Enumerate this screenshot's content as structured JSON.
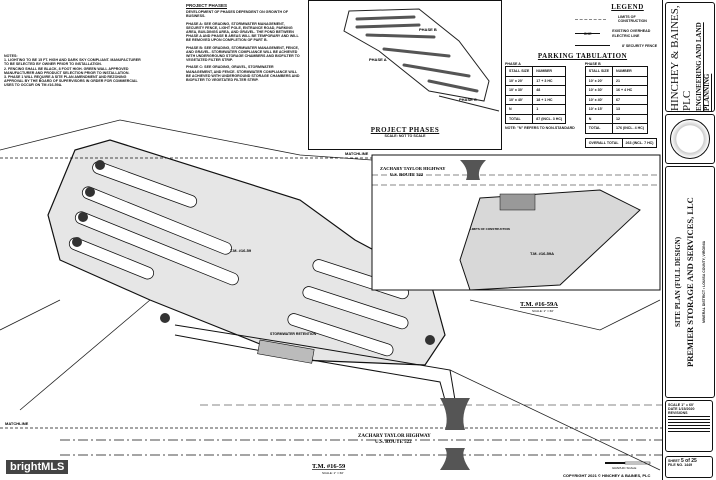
{
  "general_notes": {
    "lines": [
      "NOTES:",
      "1. LIGHTING TO BE 15 FT. HIGH AND DARK SKY COMPLIANT. MANUFACTURER TO BE SELECTED BY OWNER PRIOR TO INSTALLATION.",
      "2. FENCING SHALL BE BLACK, 8 FOOT HIGH. GREEN WALL APPROVED MANUFACTURER AND PRODUCT SELECTION PRIOR TO INSTALLATION.",
      "3. PHASE 1 WILL REQUIRE A SITE PLAN AMENDMENT AND REZONING APPROVAL BY THE BOARD OF SUPERVISORS IN ORDER FOR COMMERCIAL USES TO OCCUR ON TM #16-59A."
    ]
  },
  "project_phases_notes": {
    "title": "PROJECT PHASES",
    "intro": "DEVELOPMENT OF PHASES DEPENDENT ON GROWTH OF BUSINESS.",
    "phase_a": "PHASE A: SEE GRADING, STORMWATER MANAGEMENT, SECURITY FENCE, LIGHT POLE, ENTRANCE ROAD, PARKING AREA, BUILDINGS AREA, AND GRAVEL. THE POND BETWEEN PHASE A AND PHASE B AREAS WILL BE TEMPORARY AND WILL BE REMOVED UPON COMPLETION OF PART B.",
    "phase_b": "PHASE B: SEE GRADING, STORMWATER MANAGEMENT, FENCE, AND GRAVEL. STORMWATER COMPLIANCE WILL BE ACHIEVED WITH UNDERGROUND STORAGE CHAMBERS AND BIOFILTER TO VEGETATED FILTER STRIP.",
    "phase_c": "PHASE C: SEE GRADING, GRAVEL, STORMWATER MANAGEMENT, AND FENCE. STORMWATER COMPLIANCE WILL BE ACHIEVED WITH UNDERGROUND STORAGE CHAMBERS AND BIOFILTER TO VEGETATED FILTER STRIP."
  },
  "phases_inset": {
    "title": "PROJECT PHASES",
    "scale": "SCALE: NOT TO SCALE",
    "labels": [
      "PHASE A",
      "PHASE B",
      "PHASE C"
    ]
  },
  "legend": {
    "title": "LEGEND",
    "items": [
      {
        "symbol": "",
        "label": "LIMITS OF CONSTRUCTION"
      },
      {
        "symbol": "OHE",
        "label": "EXISTING OVERHEAD ELECTRIC LINE"
      },
      {
        "symbol": "",
        "label": "8' SECURITY FENCE"
      }
    ]
  },
  "parking": {
    "title": "PARKING TABULATION",
    "phase_a": {
      "title": "PHASE A",
      "headers": [
        "STALL SIZE",
        "NUMBER"
      ],
      "rows": [
        [
          "10' x 20'",
          "17 + 3 HC"
        ],
        [
          "10' x 30'",
          "48"
        ],
        [
          "10' x 40'",
          "18 + 1 HC"
        ],
        [
          "N",
          "1"
        ],
        [
          "TOTAL",
          "87 (INCL. 3 HC)"
        ]
      ]
    },
    "phase_b": {
      "title": "PHASE B",
      "headers": [
        "STALL SIZE",
        "NUMBER"
      ],
      "rows": [
        [
          "10' x 20'",
          "21"
        ],
        [
          "10' x 30'",
          "16 + 4 HC"
        ],
        [
          "10' x 40'",
          "67"
        ],
        [
          "10' x 15'",
          "13"
        ],
        [
          "N",
          "12"
        ],
        [
          "TOTAL",
          "176 (INCL. 4 HC)"
        ]
      ]
    },
    "note": "NOTE: \"N\" REFERS TO NON-STANDARD",
    "overall_label": "OVERALL TOTAL",
    "overall_value": "263 (INCL. 7 HC)"
  },
  "plan": {
    "matchline": "MATCHLINE",
    "highway": "ZACHARY TAYLOR HIGHWAY",
    "route": "U.S. ROUTE 522",
    "parcel_main": "T.M. #16-59",
    "parcel_main_scale": "SCALE: 1\" = 60'",
    "parcel_inset": "T.M. #16-59A",
    "parcel_inset_scale": "SCALE: 1\" = 60'",
    "onsite_parcel": "T.M. #16-59",
    "inset_parcel": "T.M. #16-59A",
    "stormwater": "STORMWATER RETENTION",
    "limits": "LIMITS OF CONSTRUCTION",
    "graphic_scale": "GRAPHIC SCALE",
    "copyright": "COPYRIGHT 2021 © HINCHEY & BAINES, PLC"
  },
  "title_block": {
    "firm": "HINCHEY & BAINES, PLC",
    "firm_sub": "ENGINEERING AND LAND PLANNING",
    "sheet_title": "SITE PLAN (FULL DESIGN)",
    "project": "PREMIER STORAGE AND SERVICES, LLC",
    "location": "MINERAL DISTRICT • LOUISA COUNTY, VIRGINIA",
    "scale_label": "SCALE",
    "scale_value": "1\" = 60'",
    "date_label": "DATE",
    "date_value": "1/15/2020",
    "revisions_label": "REVISIONS",
    "sheet_label": "SHEET",
    "sheet_value": "5 of 25",
    "file_label": "FILE NO.",
    "file_value": "1449"
  },
  "watermark": "brightMLS"
}
